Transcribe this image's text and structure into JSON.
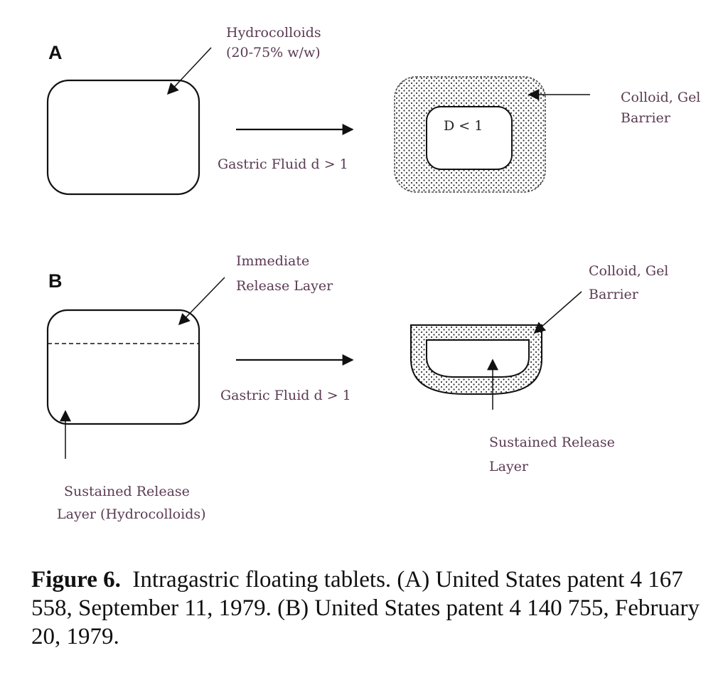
{
  "panel_a": {
    "letter": "A",
    "hydrocolloids_label_line1": "Hydrocolloids",
    "hydrocolloids_label_line2": "(20-75% w/w)",
    "arrow_label": "Gastric Fluid d > 1",
    "core_label": "D < 1",
    "barrier_label_line1": "Colloid, Gel",
    "barrier_label_line2": "Barrier"
  },
  "panel_b": {
    "letter": "B",
    "immediate_label_line1": "Immediate",
    "immediate_label_line2": "Release Layer",
    "arrow_label": "Gastric Fluid d > 1",
    "sustained_left_line1": "Sustained Release",
    "sustained_left_line2": "Layer (Hydrocolloids)",
    "barrier_label_line1": "Colloid, Gel",
    "barrier_label_line2": "Barrier",
    "sustained_right_line1": "Sustained Release",
    "sustained_right_line2": "Layer"
  },
  "caption": {
    "label": "Figure 6.",
    "text": "Intragastric floating tablets. (A) United States patent 4 167 558, September 11, 1979. (B) United States patent 4 140 755, February 20, 1979."
  },
  "colors": {
    "label_text": "#5a3a52",
    "line": "#111111",
    "barrier_stipple": "#333333"
  }
}
